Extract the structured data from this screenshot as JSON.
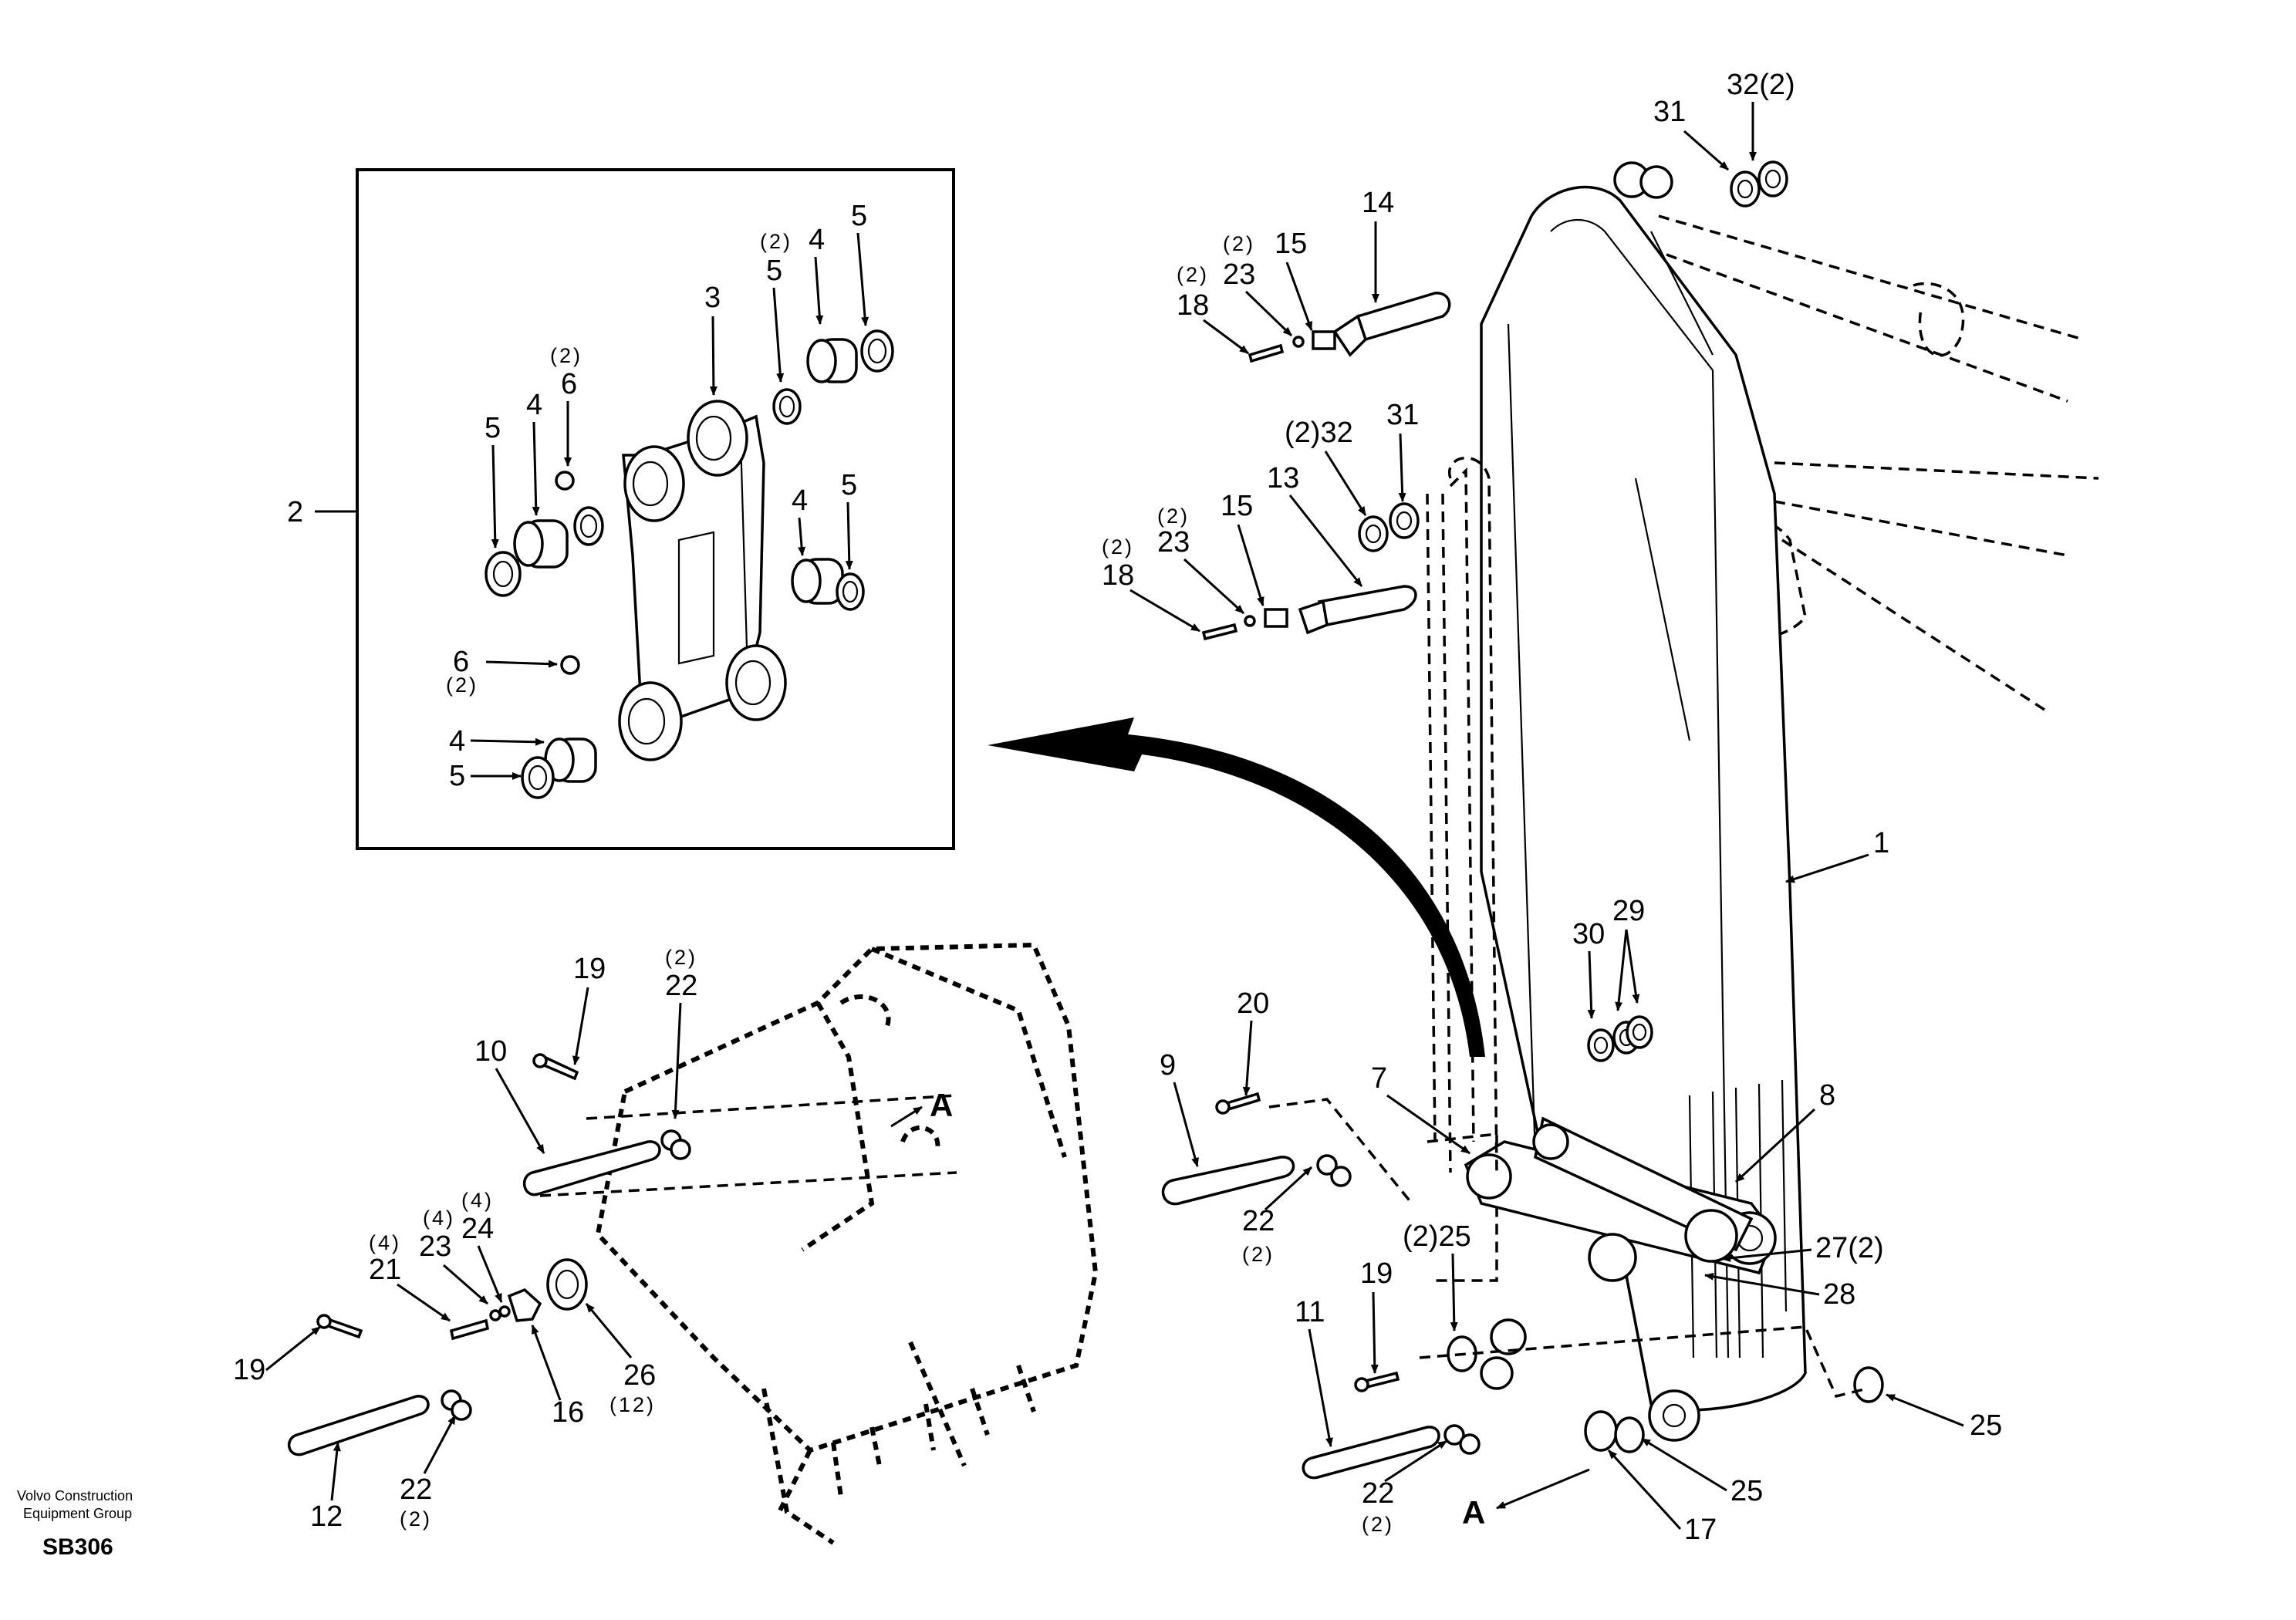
{
  "footer": {
    "company_line1": "Volvo Construction",
    "company_line2": "Equipment Group",
    "code": "SB306"
  },
  "callouts": {
    "c1": "1",
    "c2": "2",
    "c3": "3",
    "c4a": "4",
    "c4b": "4",
    "c4c": "4",
    "c4d": "4",
    "c5a": "5",
    "c5b": "5",
    "c5c": "5",
    "c5d": "5",
    "c5e": "5",
    "c6a": "6",
    "c6b": "6",
    "c7": "7",
    "c8": "8",
    "c9": "9",
    "c10": "10",
    "c11": "11",
    "c12": "12",
    "c13": "13",
    "c14": "14",
    "c15a": "15",
    "c15b": "15",
    "c16": "16",
    "c17": "17",
    "c18a": "18",
    "c18b": "18",
    "c19a": "19",
    "c19b": "19",
    "c19c": "19",
    "c20": "20",
    "c21": "21",
    "c22a": "22",
    "c22b": "22",
    "c22c": "22",
    "c22d": "22",
    "c23a": "23",
    "c23b": "23",
    "c23c": "23",
    "c24": "24",
    "c25a": "25",
    "c25b": "25",
    "c25c": "25",
    "c26": "26",
    "c27": "27(2)",
    "c28": "28",
    "c29": "29",
    "c30": "30",
    "c31a": "31",
    "c31b": "31",
    "c32a": "32(2)",
    "c32b": "(2)32",
    "c2521": "(2)25",
    "viewA1": "A",
    "viewA2": "A"
  },
  "quantities": {
    "q5": "(2)",
    "q6a": "(2)",
    "q6b": "(2)",
    "q18a": "(2)",
    "q18b": "(2)",
    "q23a": "(2)",
    "q23b": "(2)",
    "q21": "(4)",
    "q23c": "(4)",
    "q24": "(4)",
    "q22a": "(2)",
    "q22b": "(2)",
    "q22c": "(2)",
    "q22d": "(2)",
    "q26": "(12)"
  }
}
